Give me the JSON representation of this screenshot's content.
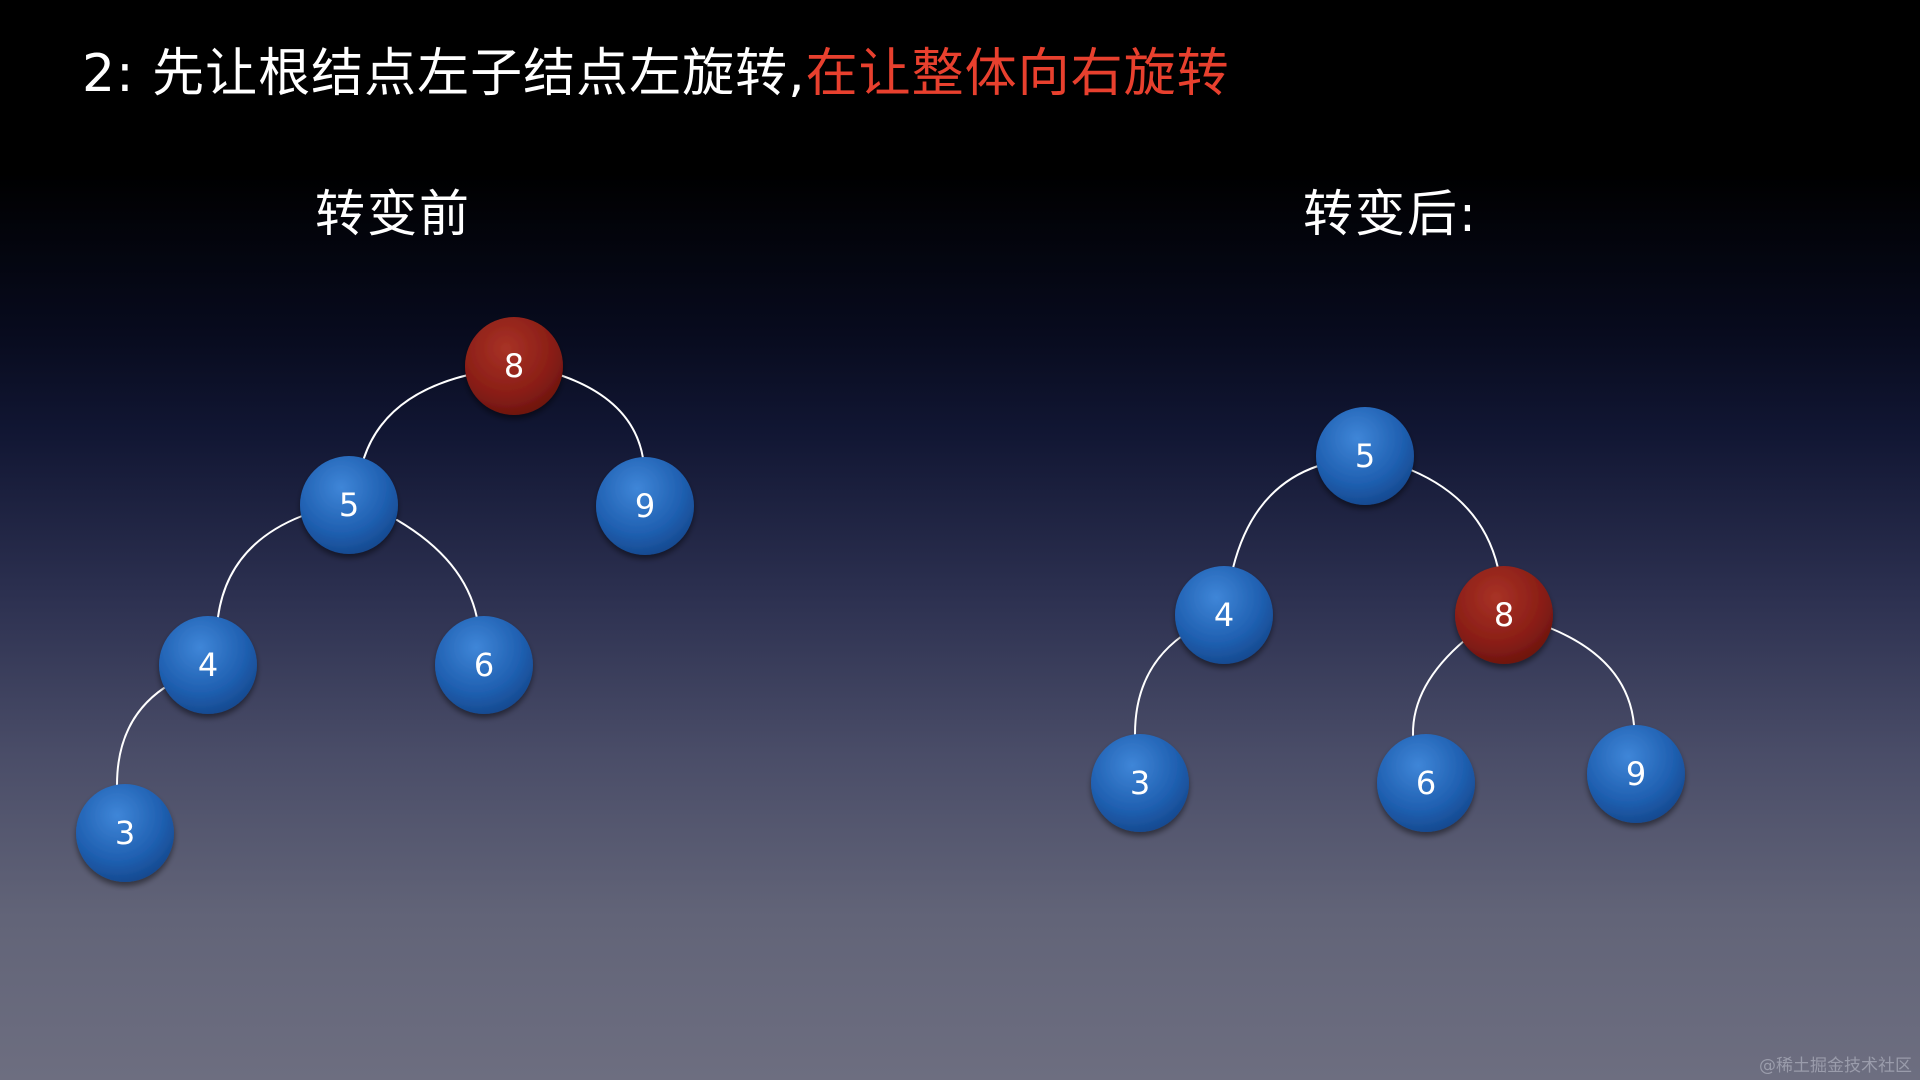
{
  "title": {
    "prefix": "2: 先让根结点左子结点左旋转,",
    "highlight": "在让整体向右旋转",
    "highlight_color": "#e8402e"
  },
  "diagrams": {
    "before": {
      "label": "转变前",
      "nodes": [
        {
          "value": "8",
          "color": "red"
        },
        {
          "value": "5",
          "color": "blue"
        },
        {
          "value": "9",
          "color": "blue"
        },
        {
          "value": "4",
          "color": "blue"
        },
        {
          "value": "6",
          "color": "blue"
        },
        {
          "value": "3",
          "color": "blue"
        }
      ],
      "edges": [
        [
          "8",
          "5"
        ],
        [
          "8",
          "9"
        ],
        [
          "5",
          "4"
        ],
        [
          "5",
          "6"
        ],
        [
          "4",
          "3"
        ]
      ]
    },
    "after": {
      "label": "转变后:",
      "nodes": [
        {
          "value": "5",
          "color": "blue"
        },
        {
          "value": "4",
          "color": "blue"
        },
        {
          "value": "8",
          "color": "red"
        },
        {
          "value": "3",
          "color": "blue"
        },
        {
          "value": "6",
          "color": "blue"
        },
        {
          "value": "9",
          "color": "blue"
        }
      ],
      "edges": [
        [
          "5",
          "4"
        ],
        [
          "5",
          "8"
        ],
        [
          "4",
          "3"
        ],
        [
          "8",
          "6"
        ],
        [
          "8",
          "9"
        ]
      ]
    }
  },
  "colors": {
    "red_node": "#8a1e16",
    "blue_node": "#1f5fb0"
  },
  "watermark": "@稀土掘金技术社区"
}
